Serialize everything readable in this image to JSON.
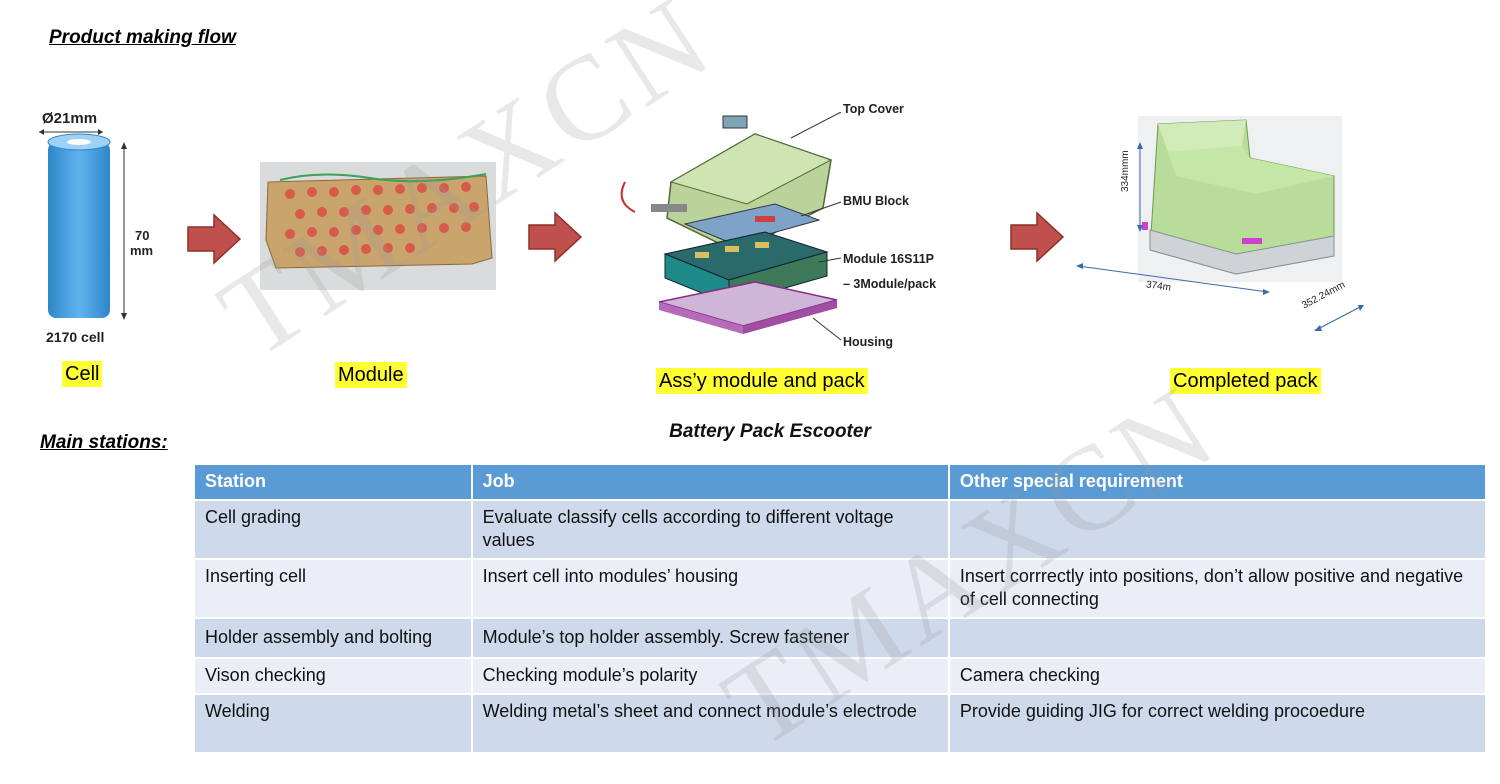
{
  "headings": {
    "flow": "Product making flow",
    "stations": "Main stations:",
    "subtitle": "Battery Pack Escooter"
  },
  "cell": {
    "diameter": "Ø21mm",
    "height_value": "70",
    "height_unit": "mm",
    "name": "2170 cell",
    "caption": "Cell"
  },
  "module": {
    "caption": "Module"
  },
  "assembly": {
    "caption": "Ass’y module and pack",
    "labels": {
      "top_cover": "Top Cover",
      "bmu_block": "BMU Block",
      "module_line1": "Module 16S11P",
      "module_line2": "– 3Module/pack",
      "housing": "Housing"
    }
  },
  "pack": {
    "caption": "Completed pack",
    "dim_height": "334mmm",
    "dim_length": "374m",
    "dim_width": "352.24mm"
  },
  "colors": {
    "header_blue": "#5b9bd5",
    "row_dark": "#cfd9ec",
    "row_light": "#e9eef7",
    "highlight": "#ffff33",
    "arrow_red": "#c0504d"
  },
  "table": {
    "headers": [
      "Station",
      "Job",
      "Other special requirement"
    ],
    "rows": [
      {
        "station": "Cell grading",
        "job": "Evaluate classify cells according to different voltage values",
        "req": ""
      },
      {
        "station": "Inserting cell",
        "job": "Insert cell into modules’ housing",
        "req": "Insert corrrectly into positions, don’t allow positive and negative of cell connecting"
      },
      {
        "station": "Holder assembly and bolting",
        "job": "Module’s top holder assembly. Screw fastener",
        "req": ""
      },
      {
        "station": "Vison checking",
        "job": "Checking module’s polarity",
        "req": "Camera checking"
      },
      {
        "station": "Welding",
        "job": "Welding metal’s sheet and connect module’s electrode",
        "req": "Provide guiding JIG for correct welding procoedure"
      }
    ]
  },
  "watermark": "TMAXCN"
}
